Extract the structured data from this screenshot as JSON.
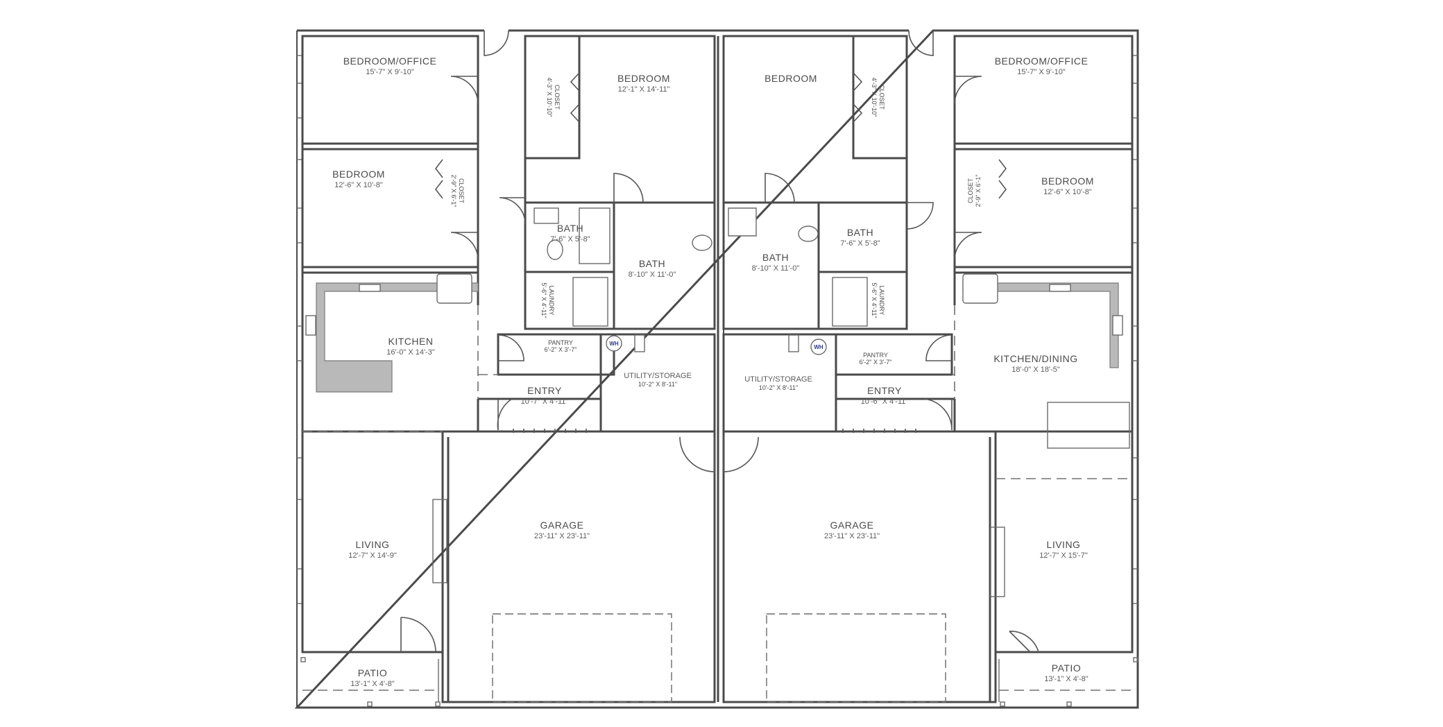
{
  "rooms": {
    "left_bedroom_office": {
      "name": "BEDROOM/OFFICE",
      "size": "15'-7\" X 9'-10\""
    },
    "left_bedroom_small": {
      "name": "BEDROOM",
      "size": "12'-6\" X 10'-8\""
    },
    "left_closet_small": {
      "name": "CLOSET",
      "size": "2'-9\" X 6'-1\""
    },
    "left_closet_main": {
      "name": "CLOSET",
      "size": "4'-3\" X 10'-10\""
    },
    "left_bedroom_main": {
      "name": "BEDROOM",
      "size": "12'-1\" X 14'-11\""
    },
    "left_bath_small": {
      "name": "BATH",
      "size": "7'-6\" X 5'-8\""
    },
    "left_bath_main": {
      "name": "BATH",
      "size": "8'-10\" X 11'-0\""
    },
    "left_laundry": {
      "name": "LAUNDRY",
      "size": "5'-6\" X 4'-11\""
    },
    "left_kitchen": {
      "name": "KITCHEN",
      "size": "16'-0\" X 14'-3\""
    },
    "left_pantry": {
      "name": "PANTRY",
      "size": "6'-2\" X 3'-7\""
    },
    "left_utility": {
      "name": "UTILITY/STORAGE",
      "size": "10'-2\" X 8'-11\""
    },
    "left_entry": {
      "name": "ENTRY",
      "size": "10'-7\" X 4'-11\""
    },
    "left_living": {
      "name": "LIVING",
      "size": "12'-7\" X 14'-9\""
    },
    "left_garage": {
      "name": "GARAGE",
      "size": "23'-11\" X 23'-11\""
    },
    "left_patio": {
      "name": "PATIO",
      "size": "13'-1\" X 4'-8\""
    },
    "right_bedroom_main": {
      "name": "BEDROOM",
      "size": ""
    },
    "right_closet_main": {
      "name": "CLOSET",
      "size": "4'-3\" X 10'-10\""
    },
    "right_bedroom_office": {
      "name": "BEDROOM/OFFICE",
      "size": "15'-7\" X 9'-10\""
    },
    "right_closet_small": {
      "name": "CLOSET",
      "size": "2'-9\" X 6'-1\""
    },
    "right_bedroom_small": {
      "name": "BEDROOM",
      "size": "12'-6\" X 10'-8\""
    },
    "right_bath_small": {
      "name": "BATH",
      "size": "7'-6\" X 5'-8\""
    },
    "right_bath_main": {
      "name": "BATH",
      "size": "8'-10\" X 11'-0\""
    },
    "right_laundry": {
      "name": "LAUNDRY",
      "size": "5'-6\" X 4'-11\""
    },
    "right_kitchen": {
      "name": "KITCHEN/DINING",
      "size": "18'-0\" X 18'-5\""
    },
    "right_pantry": {
      "name": "PANTRY",
      "size": "6'-2\" X 3'-7\""
    },
    "right_utility": {
      "name": "UTILITY/STORAGE",
      "size": "10'-2\" X 8'-11\""
    },
    "right_entry": {
      "name": "ENTRY",
      "size": "10'-6\" X 4'-11\""
    },
    "right_living": {
      "name": "LIVING",
      "size": "12'-7\" X 15'-7\""
    },
    "right_garage": {
      "name": "GARAGE",
      "size": "23'-11\" X 23'-11\""
    },
    "right_patio": {
      "name": "PATIO",
      "size": "13'-1\" X 4'-8\""
    }
  },
  "fixtures": {
    "water_heater_label": "WH"
  }
}
